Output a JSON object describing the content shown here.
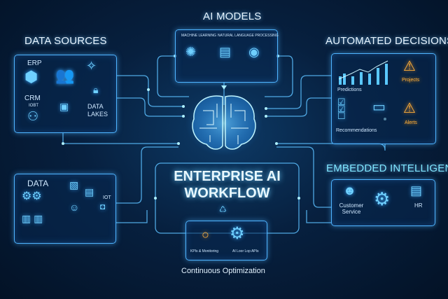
{
  "center": {
    "title_line1": "ENTERPRISE AI",
    "title_line2": "WORKFLOW"
  },
  "ai_models": {
    "title": "AI MODELS",
    "items": [
      "MACHINE LEARNING",
      "NATURAL LANGUAGE PROCESSING"
    ]
  },
  "data_sources": {
    "title": "DATA SOURCES",
    "items": [
      "ERP",
      "CRM",
      "IOBT",
      "DATA LAKES"
    ]
  },
  "automated_decisions": {
    "title": "AUTOMATED DECISIONS",
    "items": [
      "Predictions",
      "Recommendations",
      "Projects",
      "Alerts"
    ]
  },
  "data": {
    "title": "DATA",
    "items": [
      "IOT"
    ]
  },
  "embedded_intelligence": {
    "title": "EMBEDDED INTELLIGENCE",
    "items": [
      "Customer Service",
      "HR"
    ]
  },
  "optimization": {
    "items": [
      "KPIs & Monitoring",
      "AI Loor Lop APIs"
    ],
    "caption": "Continuous Optimization"
  },
  "colors": {
    "line": "#4fb4ff",
    "accent": "#7fe6ff",
    "warning": "#ffb03a"
  }
}
